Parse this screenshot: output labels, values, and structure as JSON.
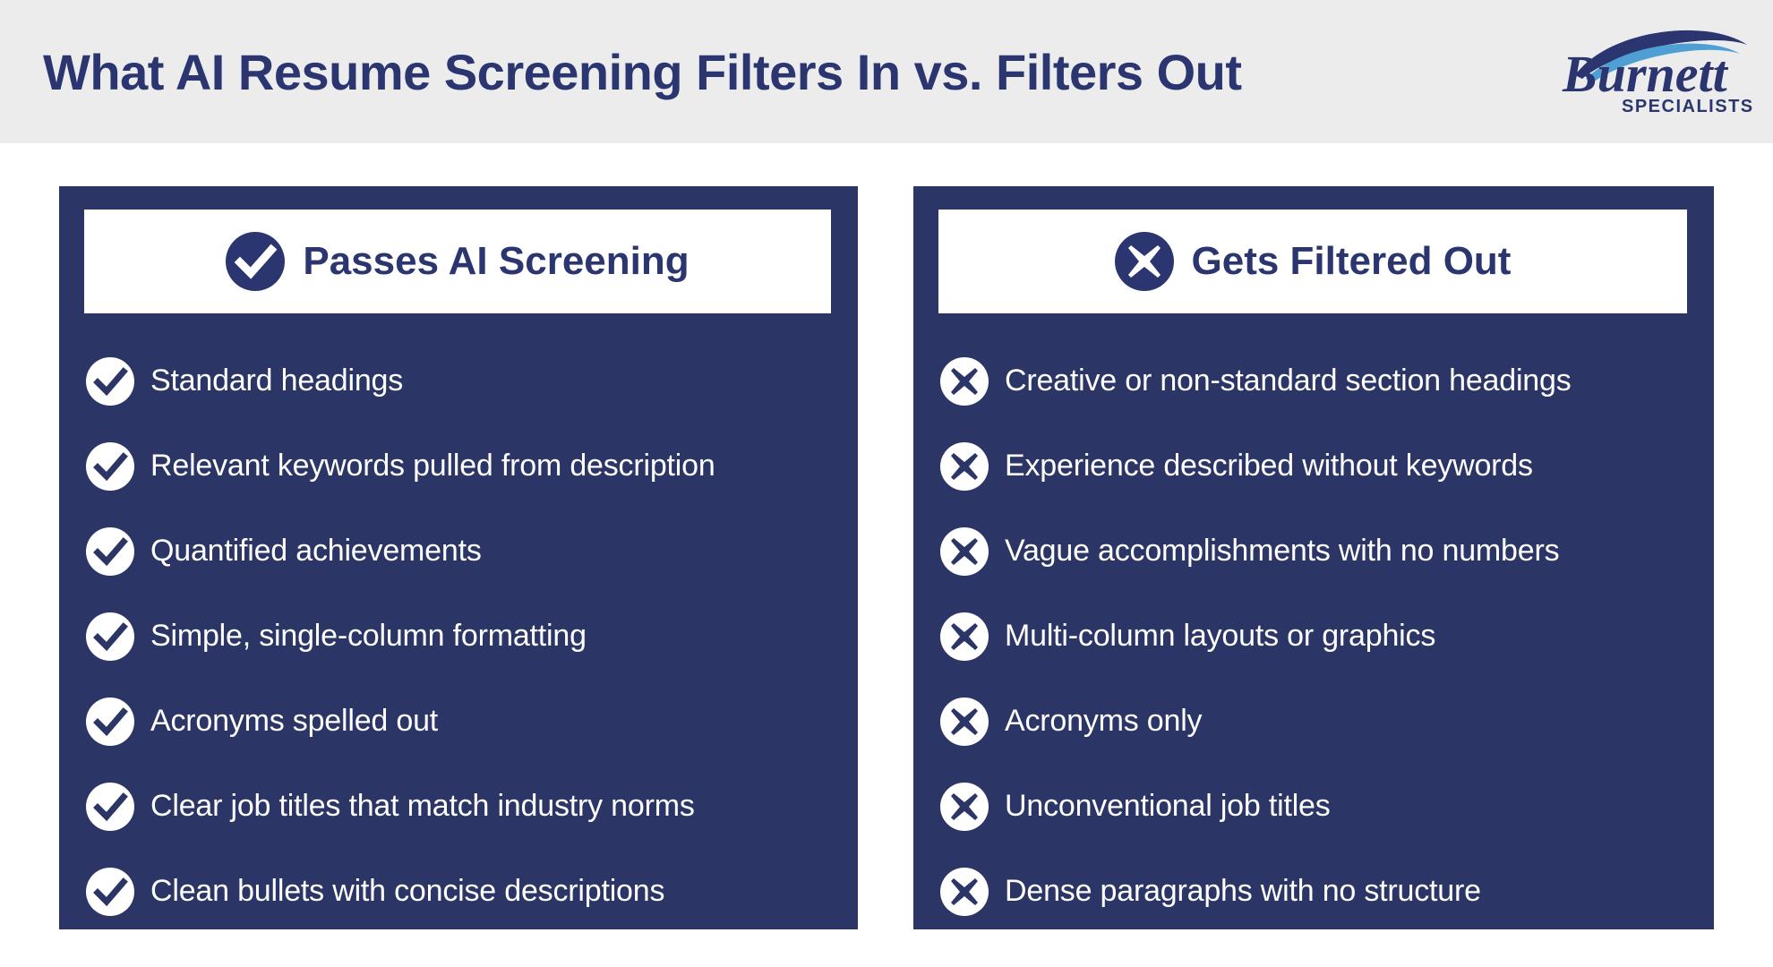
{
  "header": {
    "title": "What AI Resume Screening Filters In vs. Filters Out",
    "background_color": "#ececec",
    "title_color": "#2b3570"
  },
  "logo": {
    "wordmark": "Burnett",
    "tagline": "SPECIALISTS",
    "arc_dark_color": "#2b3570",
    "arc_light_color": "#4f9fd4"
  },
  "colors": {
    "panel_navy": "#2b3566",
    "panel_text": "#ffffff",
    "accent_navy": "#2b3570",
    "white": "#ffffff"
  },
  "panels": [
    {
      "id": "passes",
      "heading": "Passes AI Screening",
      "heading_icon": "check-circle-icon",
      "bullet_icon": "check-circle-icon",
      "items": [
        "Standard headings",
        "Relevant keywords pulled from description",
        "Quantified achievements",
        "Simple, single-column formatting",
        "Acronyms spelled out",
        "Clear job titles that match industry norms",
        "Clean bullets with concise descriptions"
      ]
    },
    {
      "id": "filtered",
      "heading": "Gets Filtered Out",
      "heading_icon": "x-circle-icon",
      "bullet_icon": "x-circle-icon",
      "items": [
        "Creative or non-standard section headings",
        "Experience described without keywords",
        "Vague accomplishments with no numbers",
        "Multi-column layouts or graphics",
        "Acronyms only",
        "Unconventional job titles",
        "Dense paragraphs with no structure"
      ]
    }
  ]
}
